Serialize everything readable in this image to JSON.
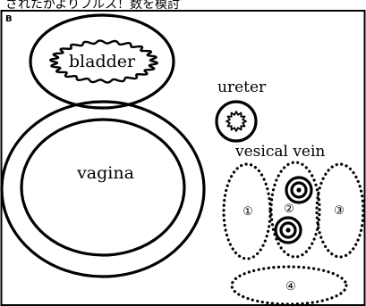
{
  "top_text": "されたがよりフルス！数を模討",
  "panel_label": "B",
  "labels": {
    "bladder": "bladder",
    "vagina": "vagina",
    "ureter": "ureter",
    "vesical_vein": "vesical vein"
  },
  "regions": {
    "r1": "①",
    "r2": "②",
    "r3": "③",
    "r4": "④"
  },
  "colors": {
    "ink": "#000000",
    "background": "#ffffff"
  }
}
